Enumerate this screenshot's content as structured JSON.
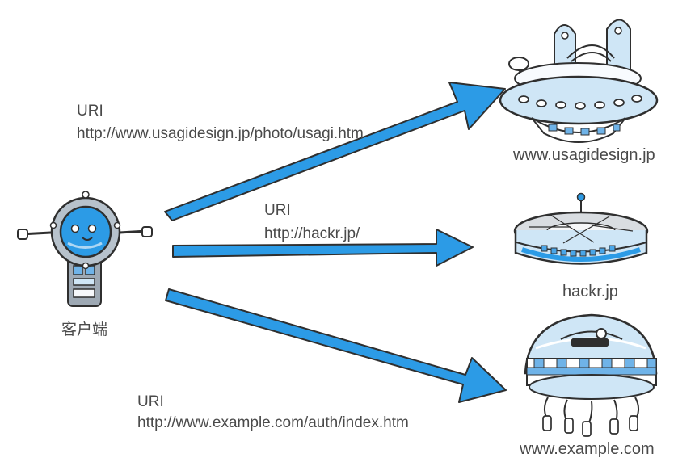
{
  "diagram": {
    "client": {
      "label": "客户端"
    },
    "requests": [
      {
        "label": "URI",
        "value": "http://www.usagidesign.jp/photo/usagi.htm"
      },
      {
        "label": "URI",
        "value": "http://hackr.jp/"
      },
      {
        "label": "URI",
        "value": "http://www.example.com/auth/index.htm"
      }
    ],
    "servers": [
      {
        "label": "www.usagidesign.jp",
        "icon": "ufo-saucer-icon"
      },
      {
        "label": "hackr.jp",
        "icon": "space-station-icon"
      },
      {
        "label": "www.example.com",
        "icon": "jellyfish-pod-icon"
      }
    ],
    "colors": {
      "arrow": "#2c9be6",
      "accent_blue": "#6fb3e8",
      "light_blue": "#cfe6f6",
      "outline": "#2f2f2f",
      "text": "#4a4a4a"
    }
  }
}
